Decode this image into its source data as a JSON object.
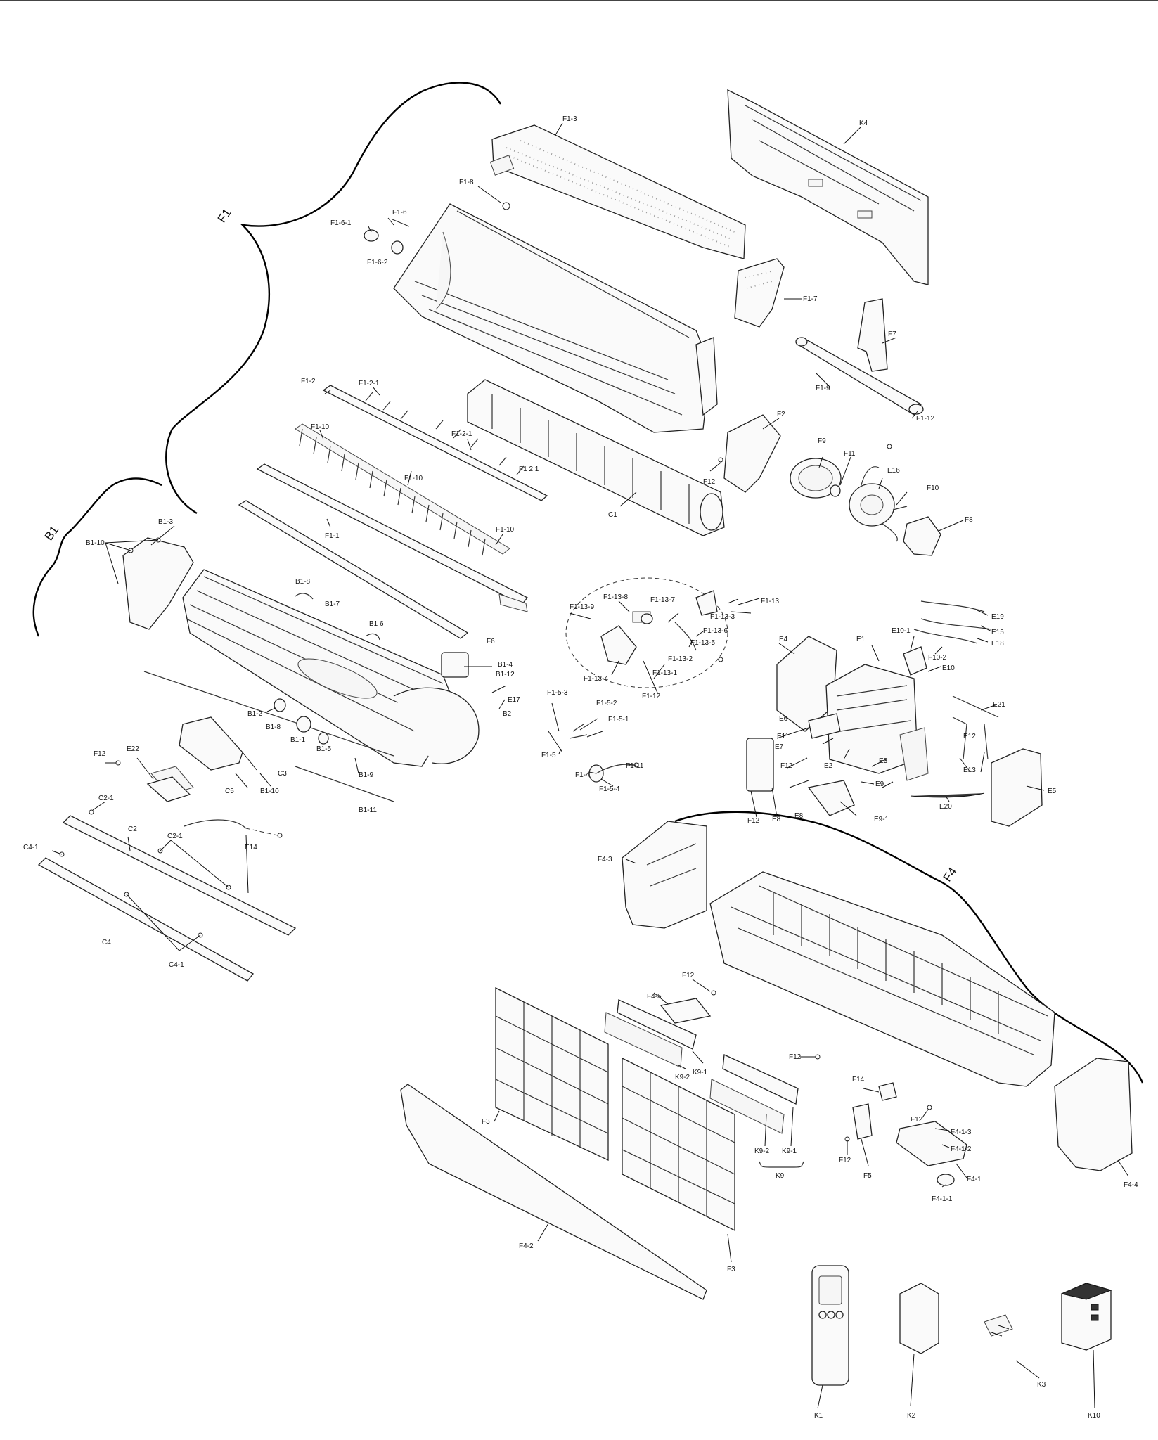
{
  "labels": {
    "F1_3": "F1-3",
    "K4": "K4",
    "F1_8": "F1-8",
    "F1_6": "F1-6",
    "F1_6_1": "F1-6-1",
    "F1_6_2": "F1-6-2",
    "F1_7": "F1-7",
    "F7": "F7",
    "F1_9": "F1-9",
    "F1_12_a": "F1-12",
    "F1_2": "F1-2",
    "F1_2_1_a": "F1-2-1",
    "F1_2_1_b": "F1-2-1",
    "F1_2_1_c": "F1 2 1",
    "F1_10_a": "F1-10",
    "F1_10_b": "F1-10",
    "F1_10_c": "F1-10",
    "F1_1": "F1-1",
    "F2": "F2",
    "F12_a": "F12",
    "F9": "F9",
    "F11": "F11",
    "E16": "E16",
    "F10": "F10",
    "C1": "C1",
    "F8": "F8",
    "B1_3": "B1-3",
    "B1_10_a": "B1-10",
    "B1_8_a": "B1-8",
    "B1_7": "B1-7",
    "B1_6_a": "B1 6",
    "F6": "F6",
    "B1_4": "B1-4",
    "B1_12": "B1-12",
    "E17": "E17",
    "B2": "B2",
    "B1_2": "B1-2",
    "B1_8_b": "B1-8",
    "B1_1": "B1-1",
    "B1_5": "B1-5",
    "B1_9": "B1-9",
    "B1_11": "B1-11",
    "F12_b": "F12",
    "E22": "E22",
    "C3": "C3",
    "C5": "C5",
    "B1_10_b": "B1-10",
    "C2_1_a": "C2-1",
    "C2": "C2",
    "C2_1_b": "C2-1",
    "E14": "E14",
    "C4_1_a": "C4-1",
    "C4": "C4",
    "C4_1_b": "C4-1",
    "F1_13_9": "F1-13-9",
    "F1_13_8": "F1-13-8",
    "F1_13_7": "F1-13-7",
    "F1_13_3": "F1-13-3",
    "F1_13": "F1-13",
    "F1_13_6": "F1-13-6",
    "F1_13_5": "F1-13-5",
    "F1_13_2": "F1-13-2",
    "F1_13_1": "F1-13-1",
    "F1_13_4": "F1-13-4",
    "F1_12_b": "F1-12",
    "F1_5_3": "F1-5-3",
    "F1_5_2": "F1-5-2",
    "F1_5_1": "F1-5-1",
    "F1_5": "F1-5",
    "F1_11": "F1-11",
    "F1_4": "F1-4",
    "F1_5_4": "F1-5-4",
    "E19": "E19",
    "E15": "E15",
    "E18": "E18",
    "E4": "E4",
    "E1": "E1",
    "E10_1": "E10-1",
    "F10_2": "F10-2",
    "E10": "E10",
    "E21": "E21",
    "E6": "E6",
    "E11": "E11",
    "E12": "E12",
    "E7": "E7",
    "F12_c": "F12",
    "E3": "E3",
    "E2": "E2",
    "E13": "E13",
    "E9": "E9",
    "E5": "E5",
    "E8_a": "E8",
    "E9_1": "E9-1",
    "E20": "E20",
    "F12_d": "F12",
    "E8_b": "E8",
    "F4_3": "F4-3",
    "F12_e": "F12",
    "F4_5": "F4-5",
    "K9_1_a": "K9-1",
    "K9_2_a": "K9-2",
    "F12_f": "F12",
    "F14": "F14",
    "F12_g": "F12",
    "F4_1_3": "F4-1-3",
    "F4_1_2": "F4-1-2",
    "F12_h": "F12",
    "F5": "F5",
    "F4_1": "F4-1",
    "F4_1_1": "F4-1-1",
    "F4_4": "F4-4",
    "F3_a": "F3",
    "K9_2_b": "K9-2",
    "K9_1_b": "K9-1",
    "K9": "K9",
    "F4_2": "F4-2",
    "F3_b": "F3",
    "K1": "K1",
    "K2": "K2",
    "K3": "K3",
    "K10": "K10"
  },
  "groups": {
    "F1": "F1",
    "B1": "B1",
    "F4": "F4"
  }
}
